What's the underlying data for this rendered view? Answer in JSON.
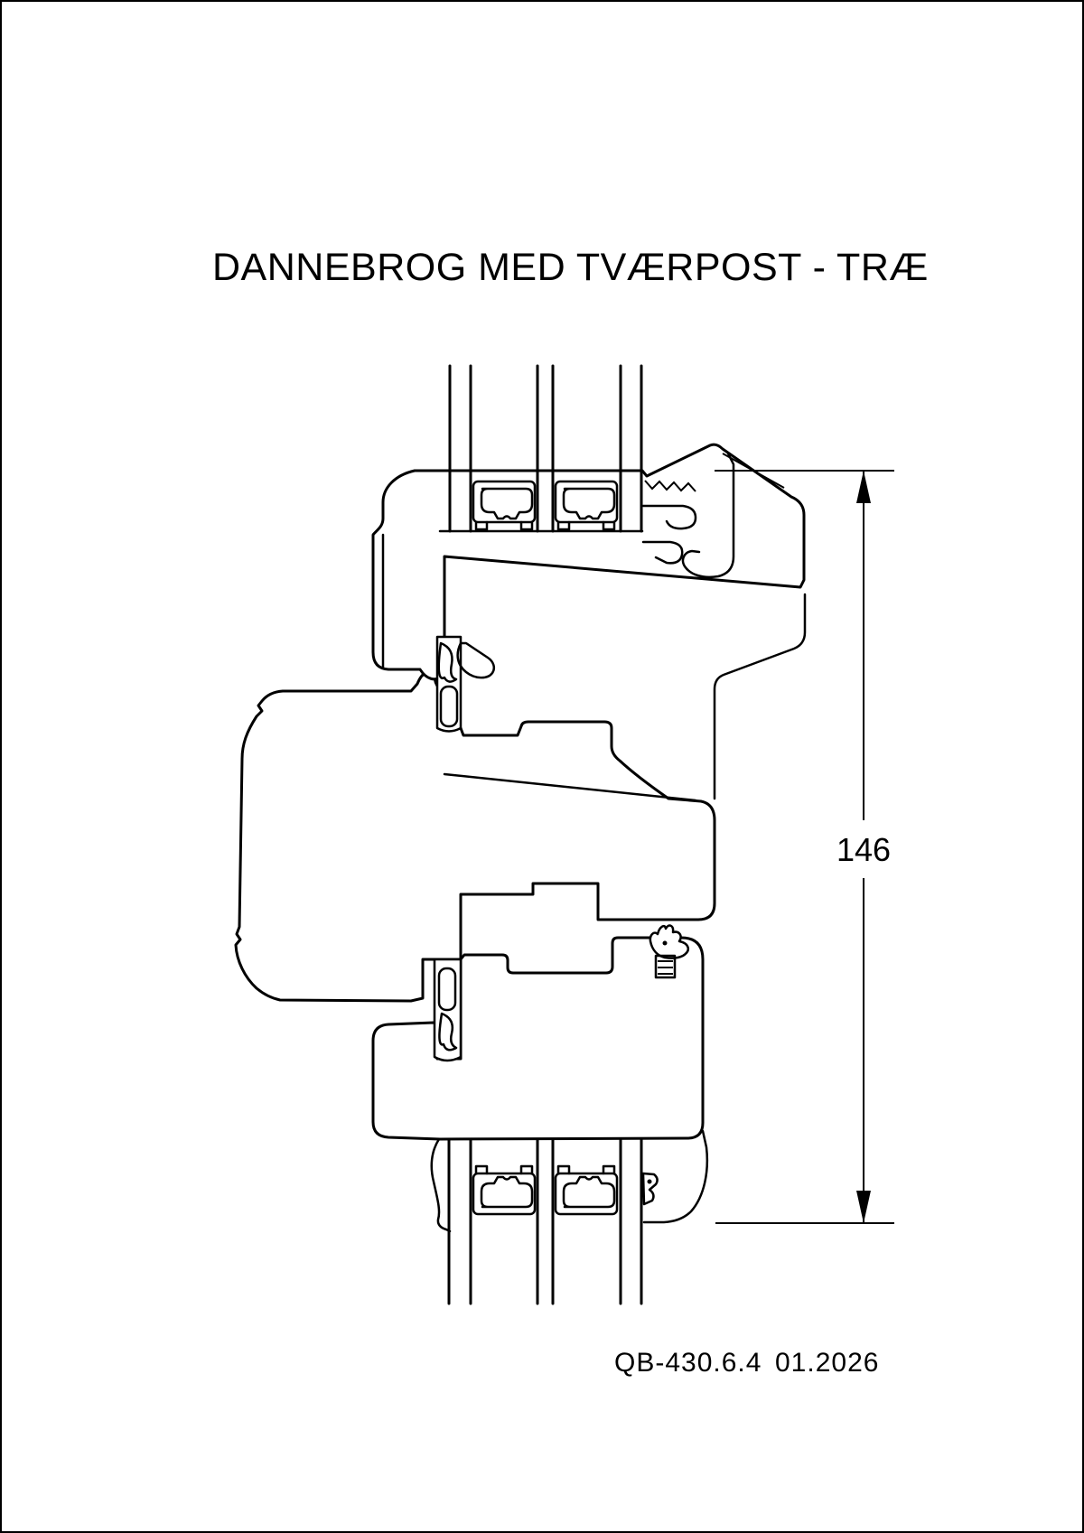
{
  "title": "DANNEBROG MED TVÆRPOST - TRÆ",
  "dimension": {
    "value": "146"
  },
  "footer": {
    "doc_number": "QB-430.6.4",
    "date": "01.2026"
  },
  "drawing": {
    "description": "Vertical cross-section of wooden Dannebrog window at transom (tvaerpost)",
    "parts": [
      "upper-glazing",
      "upper-sash",
      "aluminum-rain-profile",
      "upper-gasket",
      "transom",
      "t-gasket",
      "lower-gasket",
      "lower-sash",
      "lower-glazing"
    ],
    "line_color": "#000000",
    "background": "#ffffff"
  }
}
